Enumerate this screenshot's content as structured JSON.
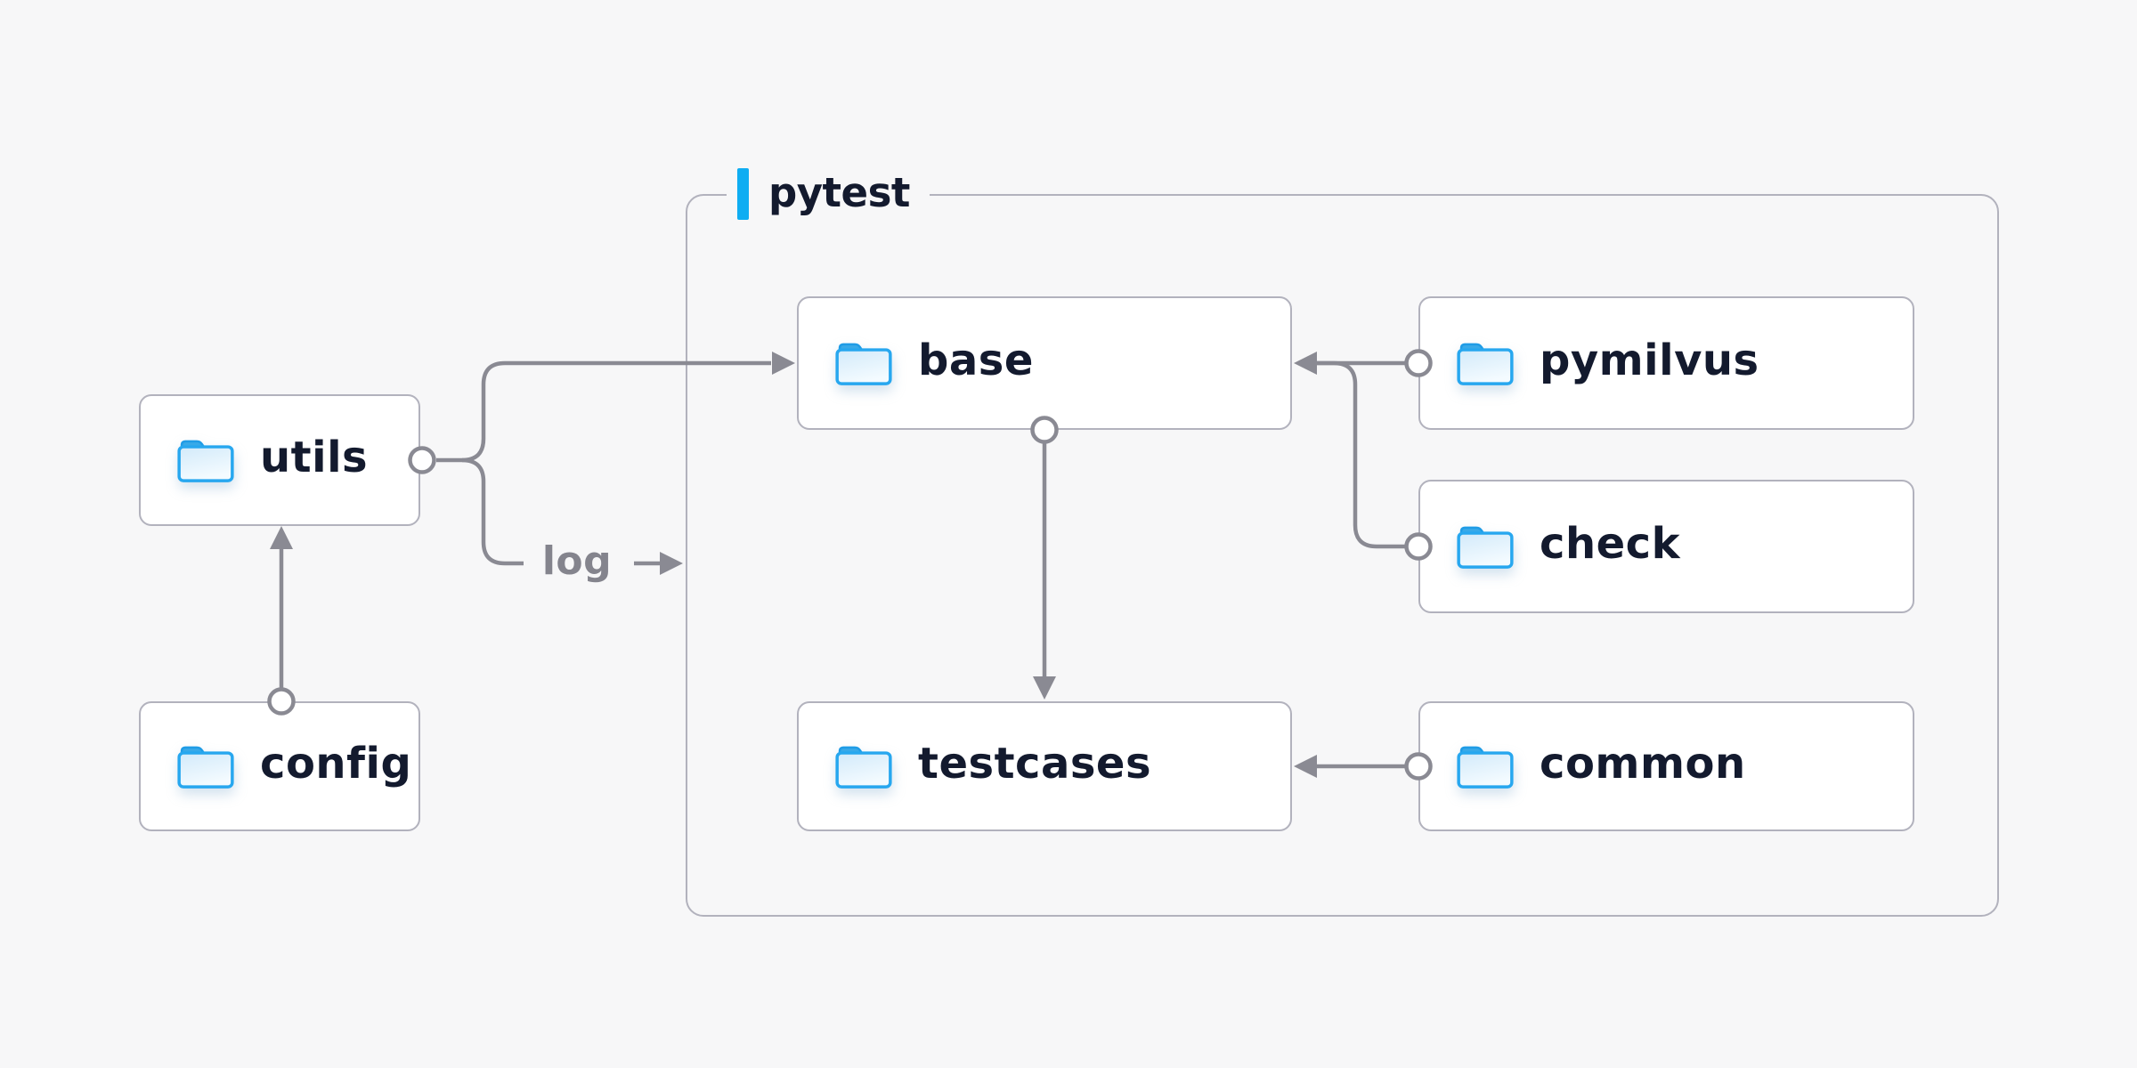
{
  "diagram": {
    "type": "folder-structure-diagram",
    "container": {
      "label": "pytest",
      "accent_color": "#0fadf2"
    },
    "nodes": [
      {
        "id": "utils",
        "label": "utils",
        "icon": "folder-icon",
        "location": "outside-pytest"
      },
      {
        "id": "config",
        "label": "config",
        "icon": "folder-icon",
        "location": "outside-pytest"
      },
      {
        "id": "base",
        "label": "base",
        "icon": "folder-icon",
        "location": "inside-pytest"
      },
      {
        "id": "pymilvus",
        "label": "pymilvus",
        "icon": "folder-icon",
        "location": "inside-pytest"
      },
      {
        "id": "check",
        "label": "check",
        "icon": "folder-icon",
        "location": "inside-pytest"
      },
      {
        "id": "testcases",
        "label": "testcases",
        "icon": "folder-icon",
        "location": "inside-pytest"
      },
      {
        "id": "common",
        "label": "common",
        "icon": "folder-icon",
        "location": "inside-pytest"
      }
    ],
    "edges": [
      {
        "from": "config",
        "to": "utils",
        "style": "arrow-up"
      },
      {
        "from": "utils",
        "to": "base",
        "style": "arrow-right"
      },
      {
        "from": "utils",
        "to": "pytest-container",
        "label": "log",
        "style": "arrow-right"
      },
      {
        "from": "base",
        "to": "testcases",
        "style": "arrow-down"
      },
      {
        "from": "pymilvus",
        "to": "base",
        "style": "arrow-left"
      },
      {
        "from": "check",
        "to": "base",
        "style": "arrow-left-merged"
      },
      {
        "from": "common",
        "to": "testcases",
        "style": "arrow-left"
      }
    ],
    "edge_label": "log"
  },
  "colors": {
    "background": "#f7f7f8",
    "node_fill": "#ffffff",
    "node_border": "#b2b2bd",
    "container_border": "#b2b2bd",
    "connector": "#8a8a93",
    "label_text": "#131a2e",
    "edge_label_text": "#84848d",
    "accent_blue": "#0fadf2",
    "folder_stroke": "#27a7ef",
    "folder_tab": "#38a9e8",
    "folder_fill_top": "#d2eafa",
    "folder_fill_bottom": "#f4fbff"
  }
}
